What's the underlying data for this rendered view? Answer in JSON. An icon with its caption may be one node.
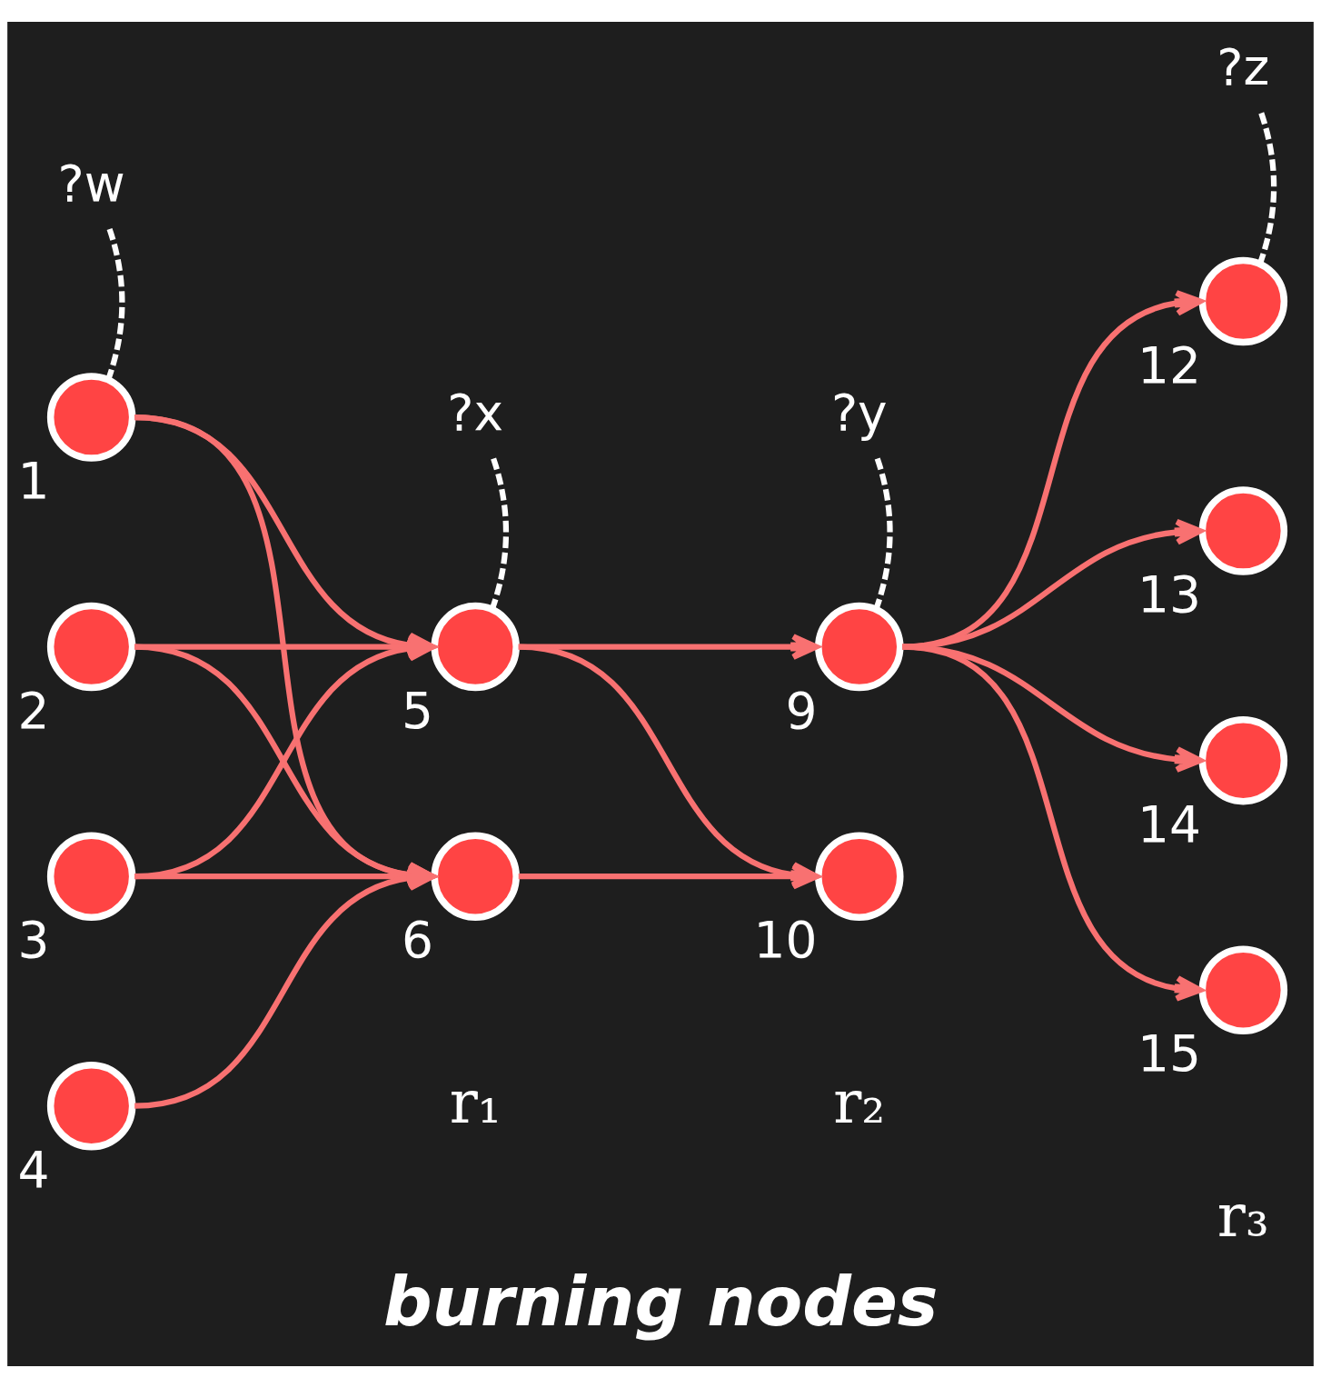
{
  "diagram": {
    "caption": "burning nodes",
    "nodes": [
      {
        "text": [
          "?w"
        ]
      },
      {
        "text": [
          "?x"
        ]
      },
      {
        "text": [
          "?y"
        ]
      },
      {
        "text": [
          "?z"
        ]
      },
      {
        "text": [],
        "shape": "circle",
        "beside": [
          "1"
        ]
      },
      {
        "text": [],
        "shape": "circle",
        "beside": [
          "2"
        ]
      },
      {
        "text": [],
        "shape": "circle",
        "beside": [
          "3"
        ]
      },
      {
        "text": [],
        "shape": "circle",
        "beside": [
          "4"
        ]
      },
      {
        "text": [],
        "shape": "circle",
        "beside": [
          "5"
        ]
      },
      {
        "text": [],
        "shape": "circle",
        "beside": [
          "6"
        ]
      },
      {
        "text": [],
        "shape": "circle",
        "beside": [
          "9"
        ]
      },
      {
        "text": [],
        "shape": "circle",
        "beside": [
          "10"
        ]
      },
      {
        "text": [],
        "shape": "circle",
        "beside": [
          "12"
        ]
      },
      {
        "text": [],
        "shape": "circle",
        "beside": [
          "13"
        ]
      },
      {
        "text": [],
        "shape": "circle",
        "beside": [
          "14"
        ]
      },
      {
        "text": [],
        "shape": "circle",
        "beside": [
          "15"
        ]
      }
    ],
    "edges": [
      {
        "from": 0,
        "to": 4,
        "arrow": "none",
        "style": "dashed",
        "color": "#ffffff"
      },
      {
        "from": 1,
        "to": 8,
        "arrow": "none",
        "style": "dashed",
        "color": "#ffffff"
      },
      {
        "from": 2,
        "to": 10,
        "arrow": "none",
        "style": "dashed",
        "color": "#ffffff"
      },
      {
        "from": 3,
        "to": 12,
        "arrow": "none",
        "style": "dashed",
        "color": "#ffffff"
      },
      {
        "from": 4,
        "to": 8,
        "arrow": "to"
      },
      {
        "from": 4,
        "to": 9,
        "arrow": "to"
      },
      {
        "from": 5,
        "to": 8,
        "arrow": "to"
      },
      {
        "from": 5,
        "to": 9,
        "arrow": "to"
      },
      {
        "from": 6,
        "to": 8,
        "arrow": "to"
      },
      {
        "from": 6,
        "to": 9,
        "arrow": "to"
      },
      {
        "from": 7,
        "to": 9,
        "arrow": "to"
      },
      {
        "from": 8,
        "to": 10,
        "arrow": "to"
      },
      {
        "from": 8,
        "to": 11,
        "arrow": "to"
      },
      {
        "from": 9,
        "to": 11,
        "arrow": "to"
      },
      {
        "from": 10,
        "to": 12,
        "arrow": "to"
      },
      {
        "from": 10,
        "to": 13,
        "arrow": "to"
      },
      {
        "from": 10,
        "to": 14,
        "arrow": "to"
      },
      {
        "from": 10,
        "to": 15,
        "arrow": "to"
      }
    ],
    "labels": [
      "r₁",
      "r₂",
      "r₃"
    ]
  }
}
